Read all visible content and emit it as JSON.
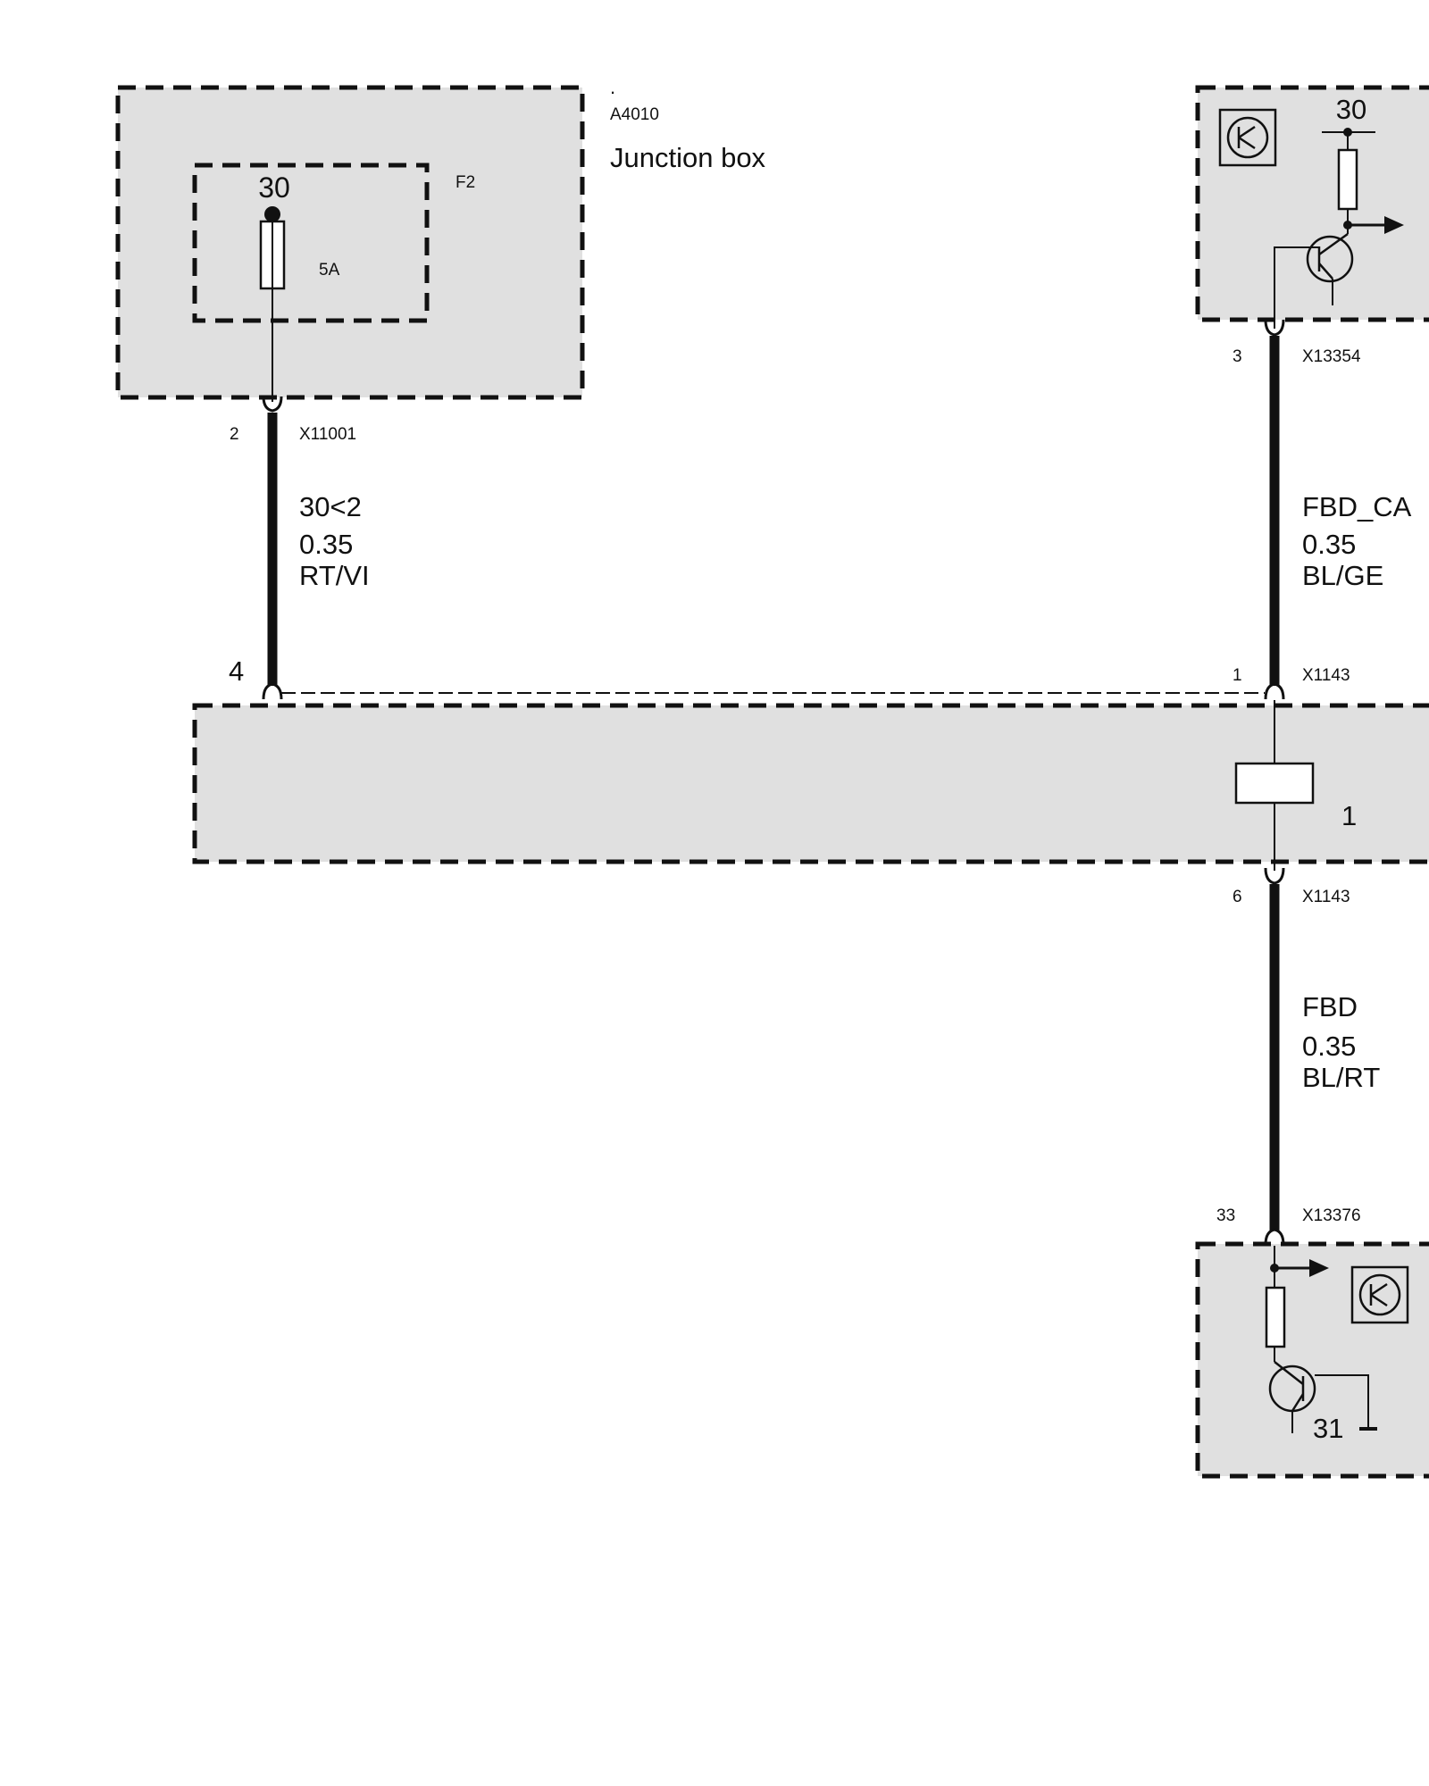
{
  "junction_box": {
    "dot": ".",
    "code": "A4010",
    "name": "Junction box",
    "fuse_id": "F2",
    "fuse_terminal": "30",
    "fuse_rating": "5A",
    "connector_pin": "2",
    "connector_id": "X11001"
  },
  "wire_left": {
    "signal": "30<2",
    "gauge": "0.35",
    "color": "RT/VI",
    "splice_pin": "4"
  },
  "top_right_module": {
    "terminal": "30",
    "connector_pin": "3",
    "connector_id": "X13354"
  },
  "wire_right_top": {
    "signal": "FBD_CA",
    "gauge": "0.35",
    "color": "BL/GE"
  },
  "middle_component": {
    "top_pin": "1",
    "top_connector": "X1143",
    "label": "1",
    "bottom_pin": "6",
    "bottom_connector": "X1143"
  },
  "wire_right_bottom": {
    "signal": "FBD",
    "gauge": "0.35",
    "color": "BL/RT"
  },
  "bottom_right_module": {
    "connector_pin": "33",
    "connector_id": "X13376",
    "ground_terminal": "31"
  },
  "colors": {
    "box_fill": "#e0e0e0",
    "line": "#111111",
    "background": "#ffffff"
  }
}
